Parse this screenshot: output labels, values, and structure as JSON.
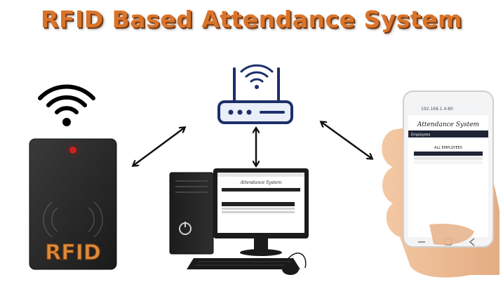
{
  "title": "RFID Based Attendance System",
  "rfid_reader": {
    "label": "RFID"
  },
  "monitor": {
    "heading": "Attendance System"
  },
  "phone": {
    "app_title": "Attendance System",
    "url": "192.168.1.4:80",
    "nav_label": "Employees",
    "section_heading": "ALL EMPLOYEES"
  },
  "colors": {
    "title": "#d9742a",
    "rfid_label": "#e08a3a",
    "router_body": "#e9eef8",
    "router_stroke": "#1d2f6b",
    "reader_body": "#2b2b2b",
    "led": "#d41f1f",
    "hand": "#f0c29a"
  },
  "icons": [
    "wifi-icon",
    "router-icon",
    "desktop-computer-icon",
    "smartphone-icon",
    "double-arrow-icon"
  ]
}
